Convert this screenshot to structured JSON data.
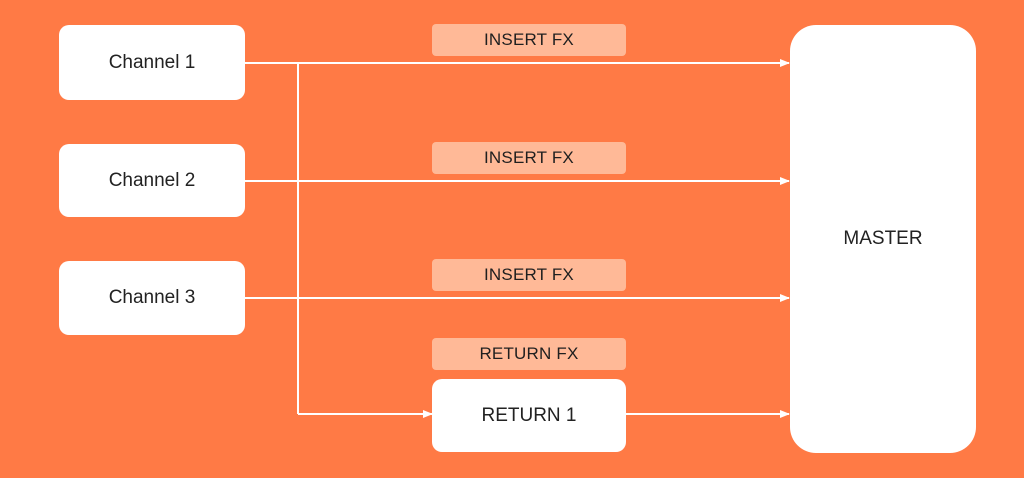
{
  "colors": {
    "background": "#ff7a45",
    "box": "#ffffff",
    "fx_label": "#ffb997",
    "wire": "#ffffff"
  },
  "channels": [
    {
      "label": "Channel 1"
    },
    {
      "label": "Channel 2"
    },
    {
      "label": "Channel 3"
    }
  ],
  "insert_fx": [
    {
      "label": "INSERT FX"
    },
    {
      "label": "INSERT FX"
    },
    {
      "label": "INSERT FX"
    }
  ],
  "return_fx": {
    "label": "RETURN FX"
  },
  "return_bus": {
    "label": "RETURN 1"
  },
  "master": {
    "label": "MASTER"
  }
}
